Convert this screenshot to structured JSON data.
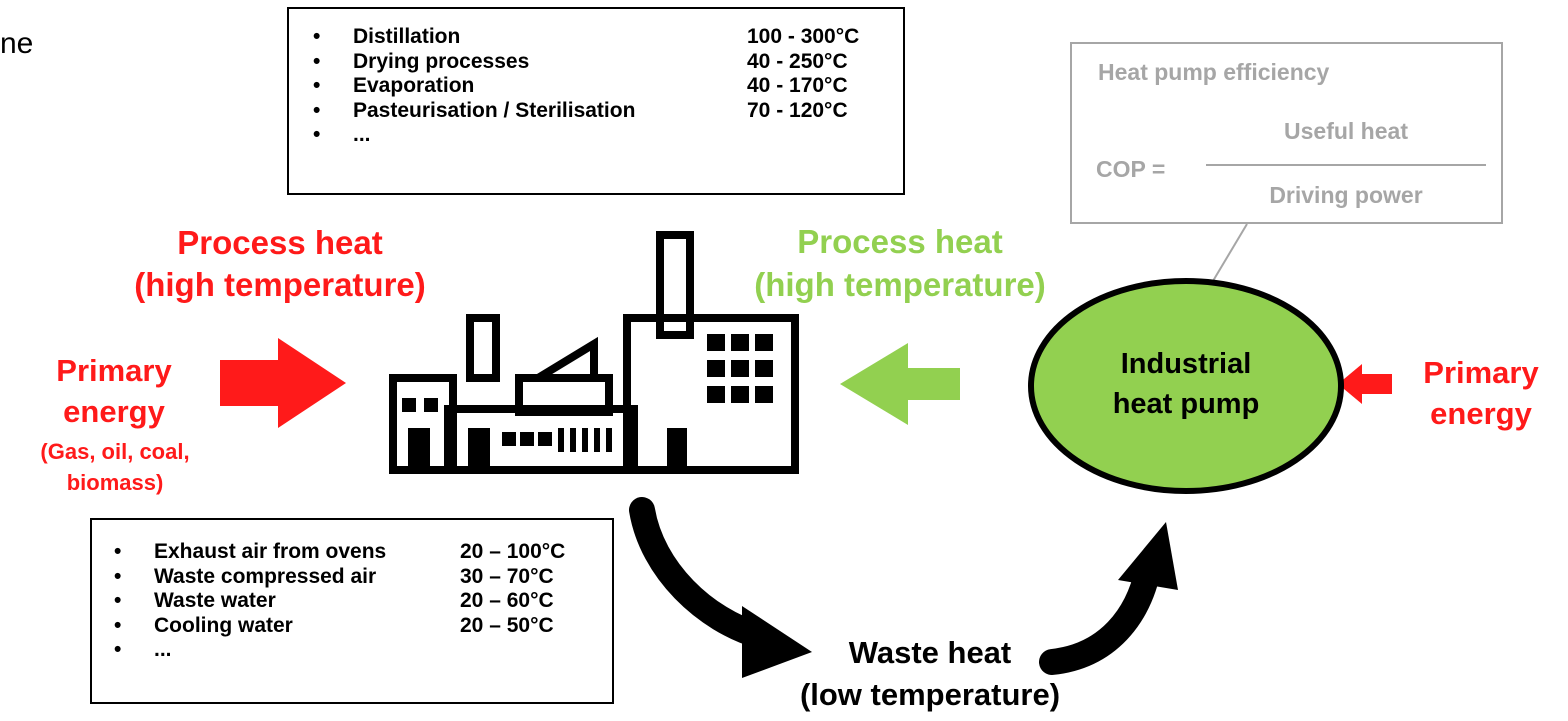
{
  "corner_fragment": "ne",
  "applications_list": {
    "items": [
      {
        "label": "Distillation",
        "temp": "100 - 300°C"
      },
      {
        "label": "Drying processes",
        "temp": "40 - 250°C"
      },
      {
        "label": "Evaporation",
        "temp": "40 - 170°C"
      },
      {
        "label": "Pasteurisation / Sterilisation",
        "temp": "70 - 120°C"
      },
      {
        "label": "...",
        "temp": ""
      }
    ]
  },
  "waste_list": {
    "items": [
      {
        "label": "Exhaust air from ovens",
        "temp": "20 – 100°C"
      },
      {
        "label": "Waste compressed air",
        "temp": "30 – 70°C"
      },
      {
        "label": "Waste water",
        "temp": "20 – 60°C"
      },
      {
        "label": "Cooling water",
        "temp": "20 – 50°C"
      },
      {
        "label": "...",
        "temp": ""
      }
    ]
  },
  "left": {
    "process_heat_line1": "Process heat",
    "process_heat_line2": "(high temperature)",
    "primary_line1": "Primary",
    "primary_line2": "energy",
    "sources_line1": "(Gas, oil, coal,",
    "sources_line2": "biomass)"
  },
  "right": {
    "process_heat_line1": "Process heat",
    "process_heat_line2": "(high temperature)",
    "primary_line1": "Primary",
    "primary_line2": "energy"
  },
  "heat_pump": {
    "line1": "Industrial",
    "line2": "heat pump"
  },
  "efficiency": {
    "title": "Heat pump efficiency",
    "lhs": "COP =",
    "numerator": "Useful heat",
    "denominator": "Driving power"
  },
  "waste_heat": {
    "line1": "Waste heat",
    "line2": "(low temperature)"
  },
  "colors": {
    "red": "#ff1a1a",
    "green": "#92d050",
    "grey": "#a6a6a6",
    "black": "#000000"
  }
}
